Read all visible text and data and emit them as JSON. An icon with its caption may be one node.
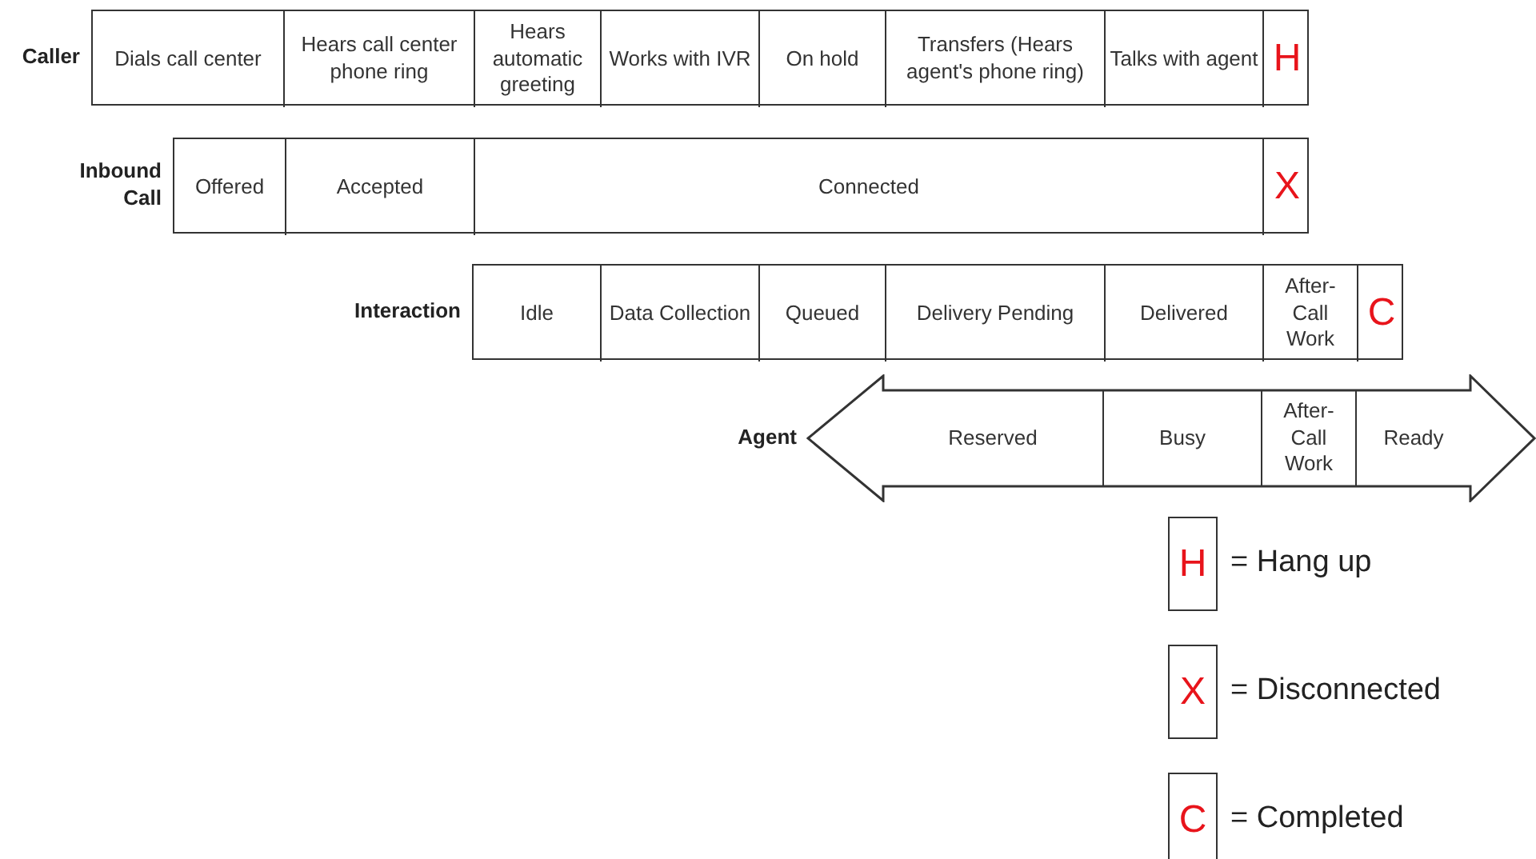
{
  "diagram": {
    "nodes": [
      {
        "text": [
          "Caller"
        ]
      },
      {
        "text": [
          "Dials call center"
        ],
        "in": 0
      },
      {
        "text": [
          "Hears call center phone ring"
        ],
        "in": 0
      },
      {
        "text": [
          "Hears automatic greeting"
        ],
        "in": 0
      },
      {
        "text": [
          "Works with IVR"
        ],
        "in": 0
      },
      {
        "text": [
          "On hold"
        ],
        "in": 0
      },
      {
        "text": [
          "Transfers (Hears agent's phone ring)"
        ],
        "in": 0
      },
      {
        "text": [
          "Talks with agent"
        ],
        "in": 0
      },
      {
        "text": [
          "H"
        ],
        "in": 0
      },
      {
        "text": [
          "Inbound Call"
        ]
      },
      {
        "text": [
          "Offered"
        ],
        "in": 9
      },
      {
        "text": [
          "Accepted"
        ],
        "in": 9
      },
      {
        "text": [
          "Connected"
        ],
        "in": 9
      },
      {
        "text": [
          "X"
        ],
        "in": 9
      },
      {
        "text": [
          "Interaction"
        ]
      },
      {
        "text": [
          "Idle"
        ],
        "in": 14
      },
      {
        "text": [
          "Data Collection"
        ],
        "in": 14
      },
      {
        "text": [
          "Queued"
        ],
        "in": 14
      },
      {
        "text": [
          "Delivery Pending"
        ],
        "in": 14
      },
      {
        "text": [
          "Delivered"
        ],
        "in": 14
      },
      {
        "text": [
          "After-Call Work"
        ],
        "in": 14
      },
      {
        "text": [
          "C"
        ],
        "in": 14
      },
      {
        "text": [
          "Agent"
        ]
      },
      {
        "text": [
          "Reserved"
        ],
        "in": 22
      },
      {
        "text": [
          "Busy"
        ],
        "in": 22
      },
      {
        "text": [
          "After-Call Work"
        ],
        "in": 22
      },
      {
        "text": [
          "Ready"
        ],
        "in": 22
      },
      {
        "text": [
          "H"
        ],
        "beside": [
          "= Hang up"
        ]
      },
      {
        "text": [
          "X"
        ],
        "beside": [
          "= Disconnected"
        ]
      },
      {
        "text": [
          "C"
        ],
        "beside": [
          "= Completed"
        ]
      }
    ]
  }
}
